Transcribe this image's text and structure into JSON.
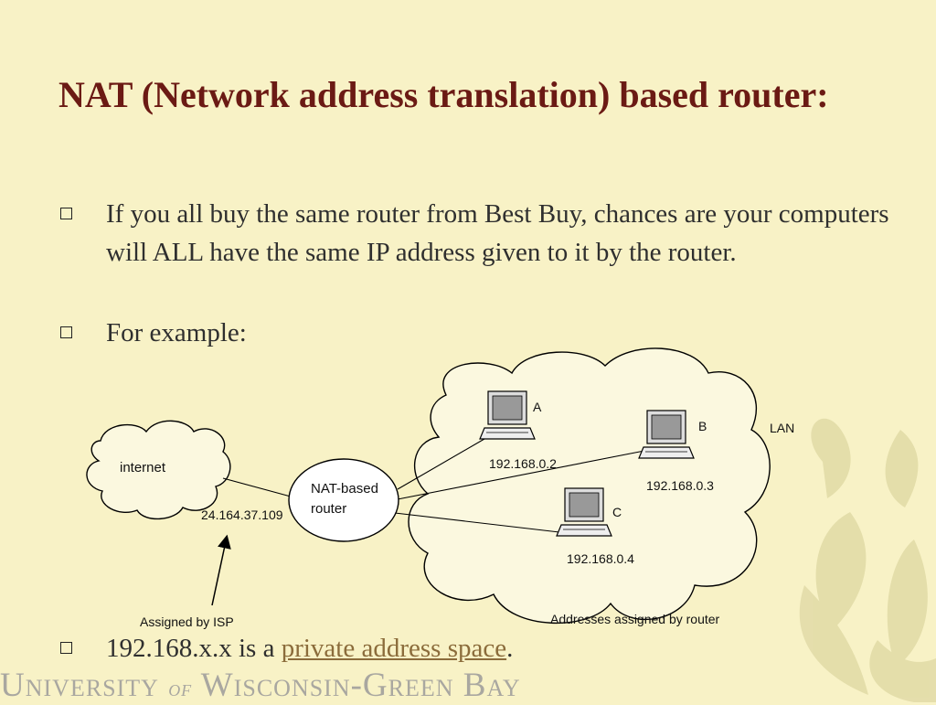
{
  "slide": {
    "title": "NAT (Network address translation) based router:",
    "bullets": [
      "If you all buy the same router from Best Buy, chances are your computers will ALL have the same IP address given to it by the router.",
      "For example:"
    ],
    "last_bullet": {
      "prefix": "192.168.x.x is a ",
      "link": "private address space",
      "suffix": "."
    }
  },
  "diagram": {
    "internet_label": "internet",
    "router_label_line1": "NAT-based",
    "router_label_line2": "router",
    "wan_ip": "24.164.37.109",
    "isp_note": "Assigned by ISP",
    "lan_label": "LAN",
    "lan_note": "Addresses assigned by router",
    "hosts": [
      {
        "name": "A",
        "ip": "192.168.0.2"
      },
      {
        "name": "B",
        "ip": "192.168.0.3"
      },
      {
        "name": "C",
        "ip": "192.168.0.4"
      }
    ]
  },
  "footer": {
    "part1": "University",
    "part2": "of",
    "part3": "Wisconsin-Green Bay"
  },
  "colors": {
    "background": "#f8f2c6",
    "title": "#6b1a14",
    "link": "#8b6c3b",
    "watermark": "#dcd7a0"
  }
}
